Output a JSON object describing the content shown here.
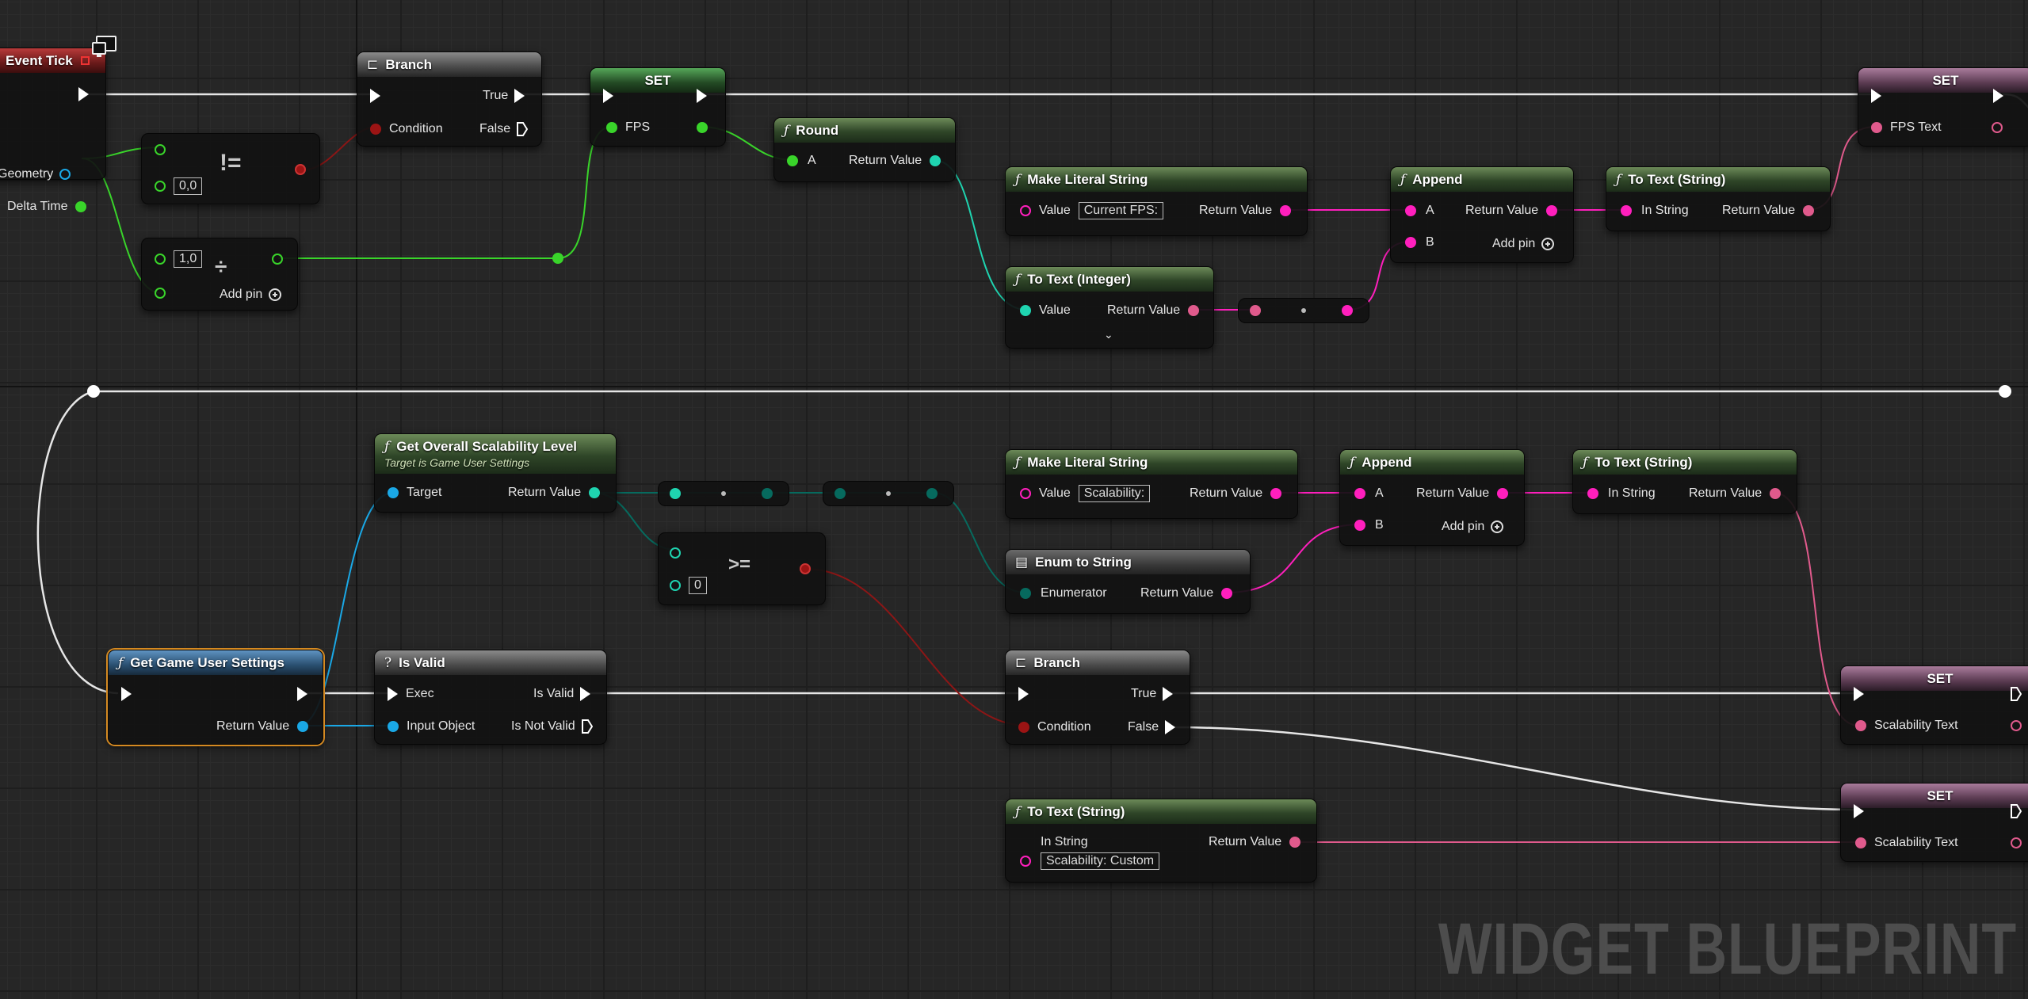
{
  "watermark": "WIDGET BLUEPRINT",
  "colors": {
    "exec": "#ffffff",
    "float": "#39d42a",
    "text": "#e05a8c",
    "string": "#ff1fbd",
    "object": "#1aa8e6",
    "bool": "#9c1414",
    "byte": "#066a5e",
    "int": "#1fd4b0",
    "selection": "#d58a22"
  },
  "event_tick": {
    "title": "Event Tick",
    "pin_geometry": "Geometry",
    "pin_delta": "Delta Time"
  },
  "not_equal": {
    "a_value": "0,0",
    "op": "!="
  },
  "divide": {
    "a_value": "1,0",
    "op": "÷",
    "add_pin": "Add pin"
  },
  "branch1": {
    "title": "Branch",
    "true": "True",
    "false": "False",
    "condition": "Condition"
  },
  "set_fps": {
    "title": "SET",
    "pin": "FPS"
  },
  "round": {
    "title": "Round",
    "pin_a": "A",
    "ret": "Return Value"
  },
  "make_literal1": {
    "title": "Make Literal String",
    "value_label": "Value",
    "value": "Current FPS:",
    "ret": "Return Value"
  },
  "to_text_int": {
    "title": "To Text (Integer)",
    "value_label": "Value",
    "ret": "Return Value"
  },
  "append1": {
    "title": "Append",
    "a": "A",
    "b": "B",
    "ret": "Return Value",
    "add_pin": "Add pin"
  },
  "to_text_string1": {
    "title": "To Text (String)",
    "in": "In String",
    "ret": "Return Value"
  },
  "set_fps_text": {
    "title": "SET",
    "pin": "FPS Text"
  },
  "get_scalability": {
    "title": "Get Overall Scalability Level",
    "subtitle": "Target is Game User Settings",
    "target": "Target",
    "ret": "Return Value"
  },
  "gte": {
    "b_value": "0",
    "op": ">="
  },
  "make_literal2": {
    "title": "Make Literal String",
    "value_label": "Value",
    "value": "Scalability:",
    "ret": "Return Value"
  },
  "append2": {
    "title": "Append",
    "a": "A",
    "b": "B",
    "ret": "Return Value",
    "add_pin": "Add pin"
  },
  "to_text_string2": {
    "title": "To Text (String)",
    "in": "In String",
    "ret": "Return Value"
  },
  "enum_to_string": {
    "title": "Enum to String",
    "enumerator": "Enumerator",
    "ret": "Return Value"
  },
  "get_game_user_settings": {
    "title": "Get Game User Settings",
    "ret": "Return Value"
  },
  "is_valid": {
    "title": "Is Valid",
    "exec": "Exec",
    "input": "Input Object",
    "valid": "Is Valid",
    "not_valid": "Is Not Valid"
  },
  "branch2": {
    "title": "Branch",
    "true": "True",
    "false": "False",
    "condition": "Condition"
  },
  "set_scal1": {
    "title": "SET",
    "pin": "Scalability Text"
  },
  "set_scal2": {
    "title": "SET",
    "pin": "Scalability Text"
  },
  "to_text_string3": {
    "title": "To Text (String)",
    "in": "In String",
    "value": "Scalability: Custom",
    "ret": "Return Value"
  }
}
